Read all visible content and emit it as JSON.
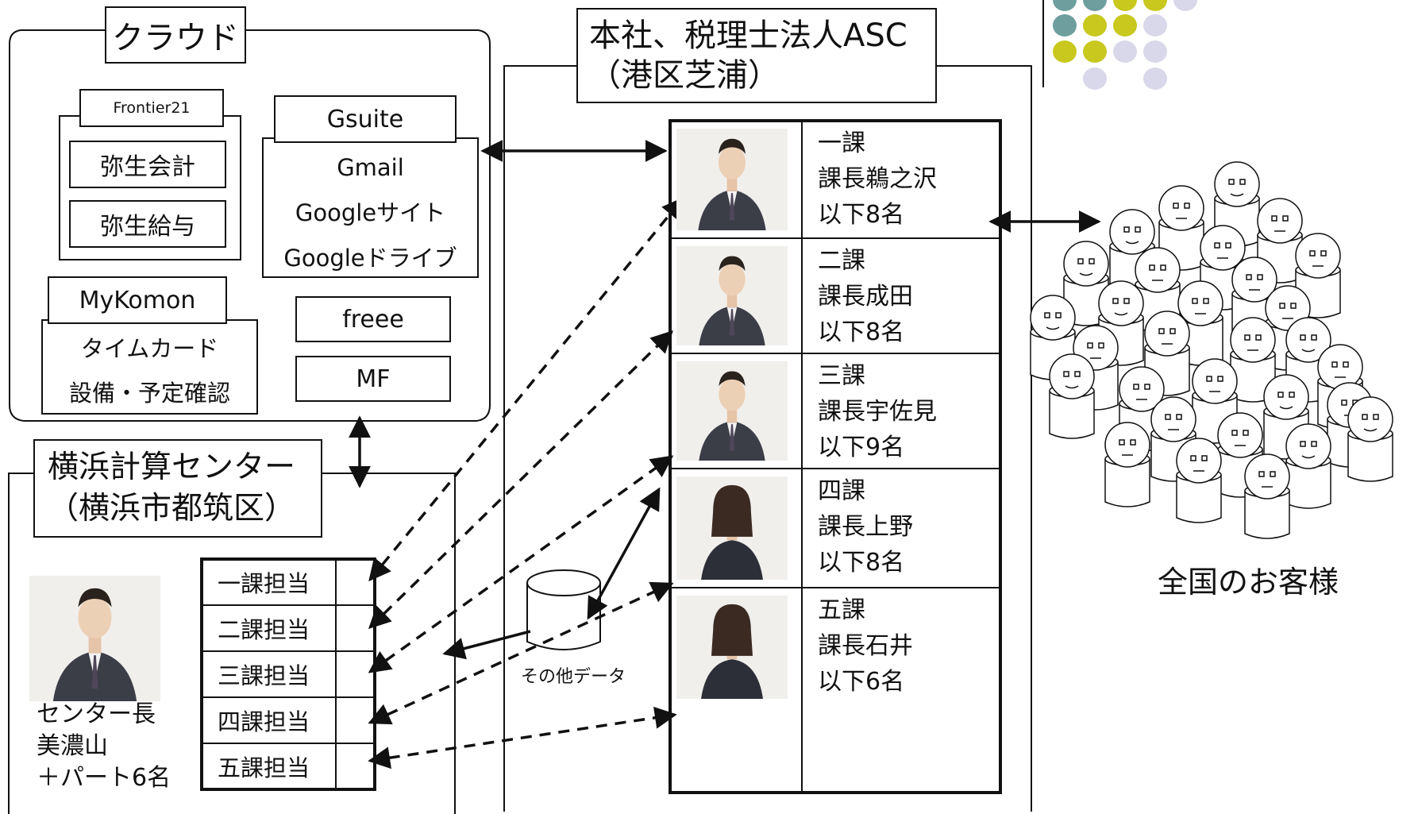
{
  "colors": {
    "teal": "#6E9E9E",
    "olive": "#C8C81E",
    "lavender": "#D8D8EA",
    "line": "#111111"
  },
  "cloud": {
    "title": "クラウド",
    "frontier": {
      "label": "Frontier21",
      "items": [
        "弥生会計",
        "弥生給与"
      ]
    },
    "gsuite": {
      "label": "Gsuite",
      "items": [
        "Gmail",
        "Googleサイト",
        "Googleドライブ"
      ]
    },
    "mykomon": {
      "label": "MyKomon",
      "items": [
        "タイムカード",
        "設備・予定確認"
      ]
    },
    "freee": "freee",
    "mf": "MF"
  },
  "hq": {
    "title_line1": "本社、税理士法人ASC",
    "title_line2": "（港区芝浦）"
  },
  "sections": [
    {
      "name": "一課",
      "manager": "課長鵜之沢",
      "staff": "以下8名"
    },
    {
      "name": "二課",
      "manager": "課長成田",
      "staff": "以下8名"
    },
    {
      "name": "三課",
      "manager": "課長宇佐見",
      "staff": "以下9名"
    },
    {
      "name": "四課",
      "manager": "課長上野",
      "staff": "以下8名"
    },
    {
      "name": "五課",
      "manager": "課長石井",
      "staff": "以下6名"
    }
  ],
  "yokohama": {
    "title_line1": "横浜計算センター",
    "title_line2": "（横浜市都筑区）",
    "assignments": [
      "一課担当",
      "二課担当",
      "三課担当",
      "四課担当",
      "五課担当"
    ],
    "leader": {
      "role": "センター長",
      "name": "美濃山",
      "staff": "＋パート6名"
    }
  },
  "database": {
    "label": "その他データ"
  },
  "customers": {
    "label": "全国のお客様"
  }
}
